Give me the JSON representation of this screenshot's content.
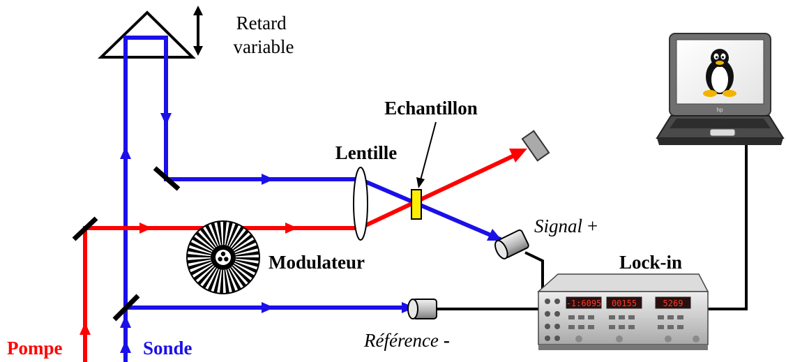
{
  "labels": {
    "retard_line1": "Retard",
    "retard_line2": "variable",
    "echantillon": "Echantillon",
    "lentille": "Lentille",
    "modulateur": "Modulateur",
    "signal": "Signal",
    "signal_sign": "+",
    "lockin": "Lock-in",
    "reference": "Référence",
    "reference_sign": "-",
    "pompe": "Pompe",
    "sonde": "Sonde"
  },
  "lockin_displays": [
    "-1:6095",
    "00155",
    "5269"
  ],
  "laptop_logo": "hp",
  "icons": {
    "screen": "linux-tux-icon",
    "chopper": "chopper-wheel-icon"
  },
  "colors": {
    "pump": "#ff0000",
    "probe": "#1a10e8",
    "sample": "#ffee00",
    "cable": "#000000"
  }
}
